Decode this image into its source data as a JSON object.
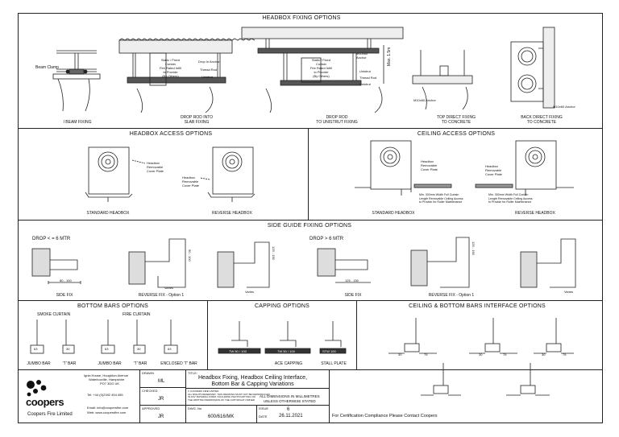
{
  "sections": {
    "headbox_fixing": {
      "title": "HEADBOX FIXING OPTIONS",
      "captions": [
        "I BEAM FIXING",
        "DROP ROD INTO\nSLAB FIXING",
        "DROP ROD\nTO UNISTRUT FIXING",
        "TOP DIRECT FIXING\nTO CONCRETE",
        "BACK DIRECT FIXING\nTO CONCRETE"
      ],
      "callouts": {
        "beam_clamp": "Beam Clamp",
        "static_panel": "Static / Fixed\nCurtain\nFire Rated Infill\nto Provide\n(By Others)",
        "drop_in_anchor": "Drop In Anchor",
        "thread_rod": "Thread Rod",
        "unistrut": "Unistrut",
        "static_panel_2": "Static / Fixed\nCurtain\nFire Rated Infill\nto Provide\n(By Others)",
        "m10_anchor": "M10x60\nAnchor",
        "unistrut_2": "Unistrut",
        "thread_rod_2": "Thread Rod",
        "unistrut_3": "Unistrut",
        "max_length": "Max. 1.5m",
        "m10_anchor_top": "M10x60 Anchor",
        "m10_anchor_back": "M10x60 Anchor"
      }
    },
    "headbox_access": {
      "title": "HEADBOX ACCESS OPTIONS",
      "captions": [
        "STANDARD HEADBOX",
        "REVERSE HEADBOX"
      ],
      "callouts": [
        "Headbox\nRemovable\nCover Plate",
        "Headbox\nRemovable\nCover Plate"
      ]
    },
    "ceiling_access": {
      "title": "CEILING ACCESS OPTIONS",
      "captions": [
        "STANDARD HEADBOX",
        "REVERSE HEADBOX"
      ],
      "callouts": [
        "Headbox\nRemovable\nCover Plate",
        "Headbox\nRemovable\nCover Plate"
      ],
      "notes": [
        "Min. 300mm Width Full Curtain\nLength Removable Ceiling Access\nto Provide for Roller Maintenance",
        "Min. 300mm Width Full Curtain\nLength Removable Ceiling Access\nto Provide for Roller Maintenance"
      ]
    },
    "side_guide": {
      "title": "SIDE GUIDE FIXING OPTIONS",
      "drop_le": "DROP < = 6 MTR",
      "drop_gt": "DROP > 6 MTR",
      "captions": [
        "SIDE FIX",
        "REVERSE FIX - Option 1",
        "SIDE FIX",
        "REVERSE FIX - Option 1"
      ],
      "dims": [
        "80 - 100",
        "Varies",
        "50 - 100",
        "Varies",
        "125 - 150",
        "125 - 150",
        "Varies",
        "125 - 150"
      ]
    },
    "bottom_bars": {
      "title": "BOTTOM BARS OPTIONS",
      "smoke": "SMOKE CURTAIN",
      "fire": "FIRE CURTAIN",
      "captions": [
        "JUMBO BAR",
        "'T' BAR",
        "JUMBO BAR",
        "'T' BAR",
        "ENCLOSED 'T' BAR"
      ],
      "widths": [
        "63",
        "30",
        "63",
        "30",
        "63"
      ]
    },
    "capping": {
      "title": "CAPPING OPTIONS",
      "captions": [
        "ACE CAPPING",
        "STALL PLATE"
      ],
      "labels": [
        "TW 50 / 100",
        "TW 50 / 100",
        "STW 100"
      ]
    },
    "interface": {
      "title": "CEILING & BOTTOM BARS INTERFACE OPTIONS",
      "dims": [
        "30",
        "75",
        "30",
        "75",
        "30",
        "75"
      ]
    }
  },
  "title_block": {
    "company": "coopers",
    "company_full": "Coopers Fire Limited",
    "address": [
      "Ignis House, Houghton Avenue",
      "Waterlooville, Hampshire",
      "PO7 3DG UK"
    ],
    "tel": "Tel: +44 (0)2392 454 455",
    "email": "Email: info@coopersfire.com",
    "web": "Web: www.coopersfire.com",
    "drawn_label": "DRAWN",
    "drawn": "ML",
    "checked_label": "CHECKED",
    "checked": "JR",
    "approved_label": "APPROVED",
    "approved": "JR",
    "title_label": "TITLE:",
    "title": "Headbox Fixing, Headbox Ceiling Interface,\nBottom Bar & Capping Variations",
    "copyright": "© COOPERS FIRE LIMITED\nALL RIGHTS RESERVED. THIS DRAWING MUST NOT BE REPRODUCED\nIN ANY MATERIAL FORM, INCLUDING PHOTOCOPYING OR\nTHE WRITTEN PERMISSION OF THE COPYRIGHT OWNER",
    "dims_note": "ALL DIMENSIONS IN MILLIMETRES\nUNLESS OTHERWISE STATED",
    "dwg_label": "DWG. No",
    "dwg": "600/616/MK",
    "issue_label": "ISSUE",
    "issue": "6",
    "date_label": "DATE",
    "date": "26.11.2021",
    "footer": "For Certification Compliance Please Contact Coopers"
  }
}
